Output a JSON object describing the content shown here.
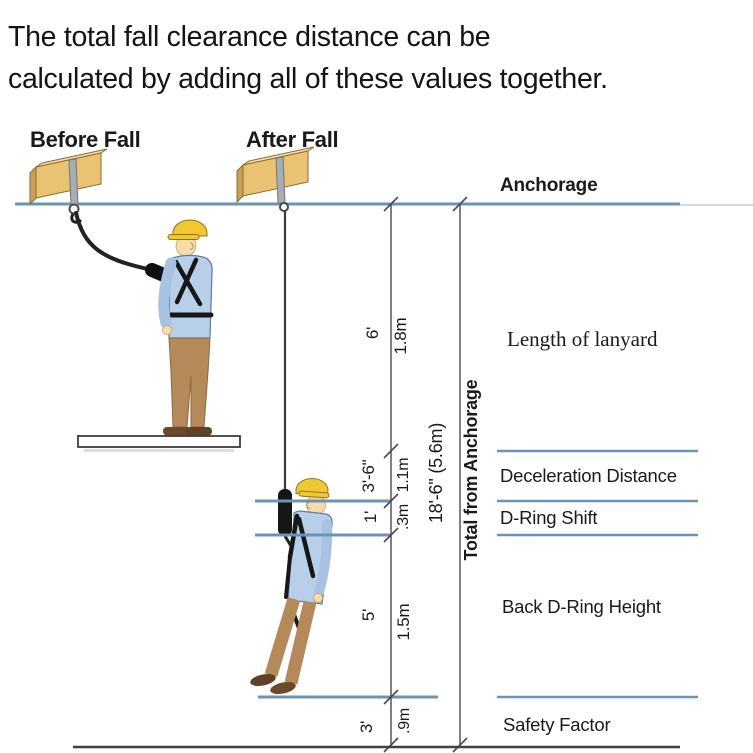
{
  "header": {
    "lines": [
      "The total fall clearance distance can be",
      "calculated by adding all of these values together."
    ]
  },
  "scene": {
    "before_label": "Before Fall",
    "after_label": "After Fall"
  },
  "labels": {
    "anchorage": "Anchorage",
    "length_of_lanyard": "Length of lanyard",
    "deceleration_distance": "Deceleration Distance",
    "d_ring_shift": "D-Ring Shift",
    "back_d_ring_height": "Back D-Ring Height",
    "safety_factor": "Safety Factor",
    "total_from_anchorage": "Total from Anchorage"
  },
  "dimensions": {
    "length_of_lanyard": {
      "imperial": "6'",
      "metric": "1.8m"
    },
    "deceleration_distance": {
      "imperial": "3'-6\"",
      "metric": "1.1m"
    },
    "d_ring_shift": {
      "imperial": "1'",
      "metric": ".3m"
    },
    "back_d_ring_height": {
      "imperial": "5'",
      "metric": "1.5m"
    },
    "safety_factor": {
      "imperial": "3'",
      "metric": ".9m"
    },
    "total": "18'-6\" (5.6m)"
  },
  "colors": {
    "line_blue": "#6d93b4",
    "dim_line": "#4a4a4a",
    "beam_face": "#e9c272",
    "beam_top": "#f5dfa4",
    "beam_end": "#c9a055",
    "helmet_yellow": "#f2c832",
    "shirt_blue": "#b7cfe8",
    "pants_tan": "#b48a5a",
    "skin": "#f7dcab",
    "shoe_brown": "#6b4a2b",
    "text": "#1a1a1a"
  }
}
